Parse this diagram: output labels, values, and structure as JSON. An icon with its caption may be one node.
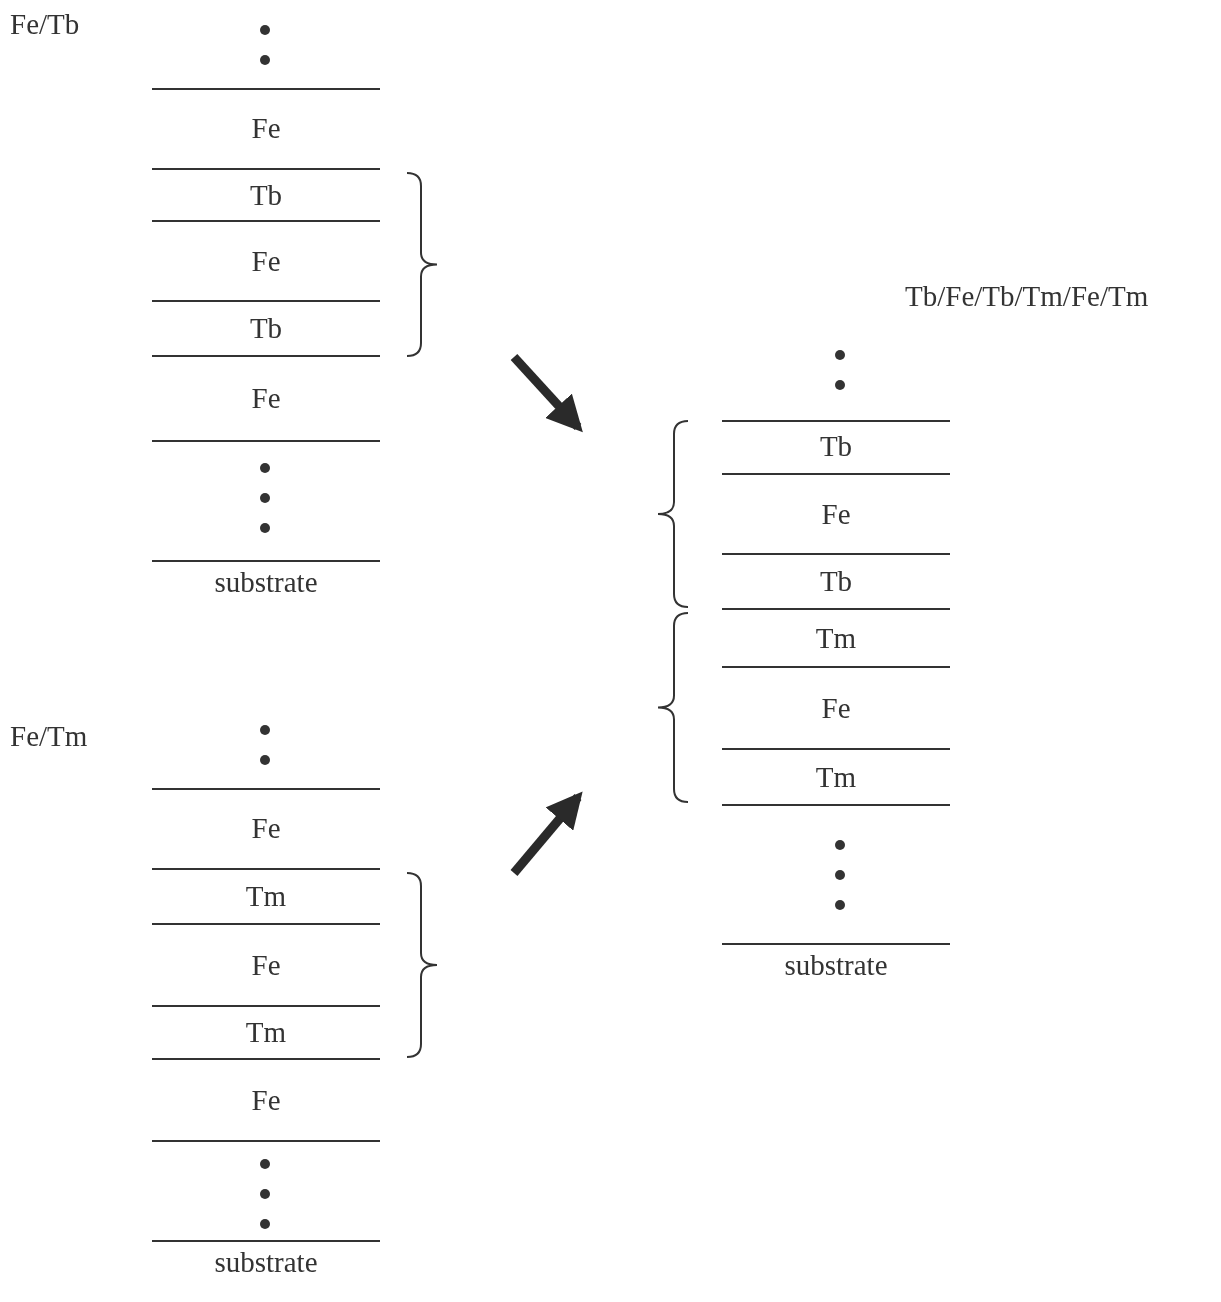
{
  "diagram": {
    "nodes": [
      {
        "text": [
          "Fe/Tb"
        ]
      },
      {
        "text": [
          "Fe"
        ],
        "in": 0
      },
      {
        "text": [
          "Tb"
        ],
        "in": 0
      },
      {
        "text": [
          "Fe"
        ],
        "in": 0
      },
      {
        "text": [
          "Tb"
        ],
        "in": 0
      },
      {
        "text": [
          "Fe"
        ],
        "in": 0
      },
      {
        "text": [
          "substrate"
        ]
      },
      {
        "text": [
          "Tb/Fe/Tb/Tm/Fe/Tm"
        ]
      },
      {
        "text": [
          "Tb"
        ],
        "in": 7
      },
      {
        "text": [
          "Fe"
        ],
        "in": 7
      },
      {
        "text": [
          "Tb"
        ],
        "in": 7
      },
      {
        "text": [
          "Tm"
        ],
        "in": 7
      },
      {
        "text": [
          "Fe"
        ],
        "in": 7
      },
      {
        "text": [
          "Tm"
        ],
        "in": 7
      },
      {
        "text": [
          "substrate"
        ]
      },
      {
        "text": [
          "Fe/Tm"
        ]
      },
      {
        "text": [
          "Fe"
        ],
        "in": 15
      },
      {
        "text": [
          "Tm"
        ],
        "in": 15
      },
      {
        "text": [
          "Fe"
        ],
        "in": 15
      },
      {
        "text": [
          "Tm"
        ],
        "in": 15
      },
      {
        "text": [
          "Fe"
        ],
        "in": 15
      },
      {
        "text": [
          "substrate"
        ]
      }
    ],
    "edges": [
      {
        "from": 0,
        "to": 7,
        "arrow": "to"
      },
      {
        "from": 15,
        "to": 7,
        "arrow": "to"
      }
    ]
  }
}
